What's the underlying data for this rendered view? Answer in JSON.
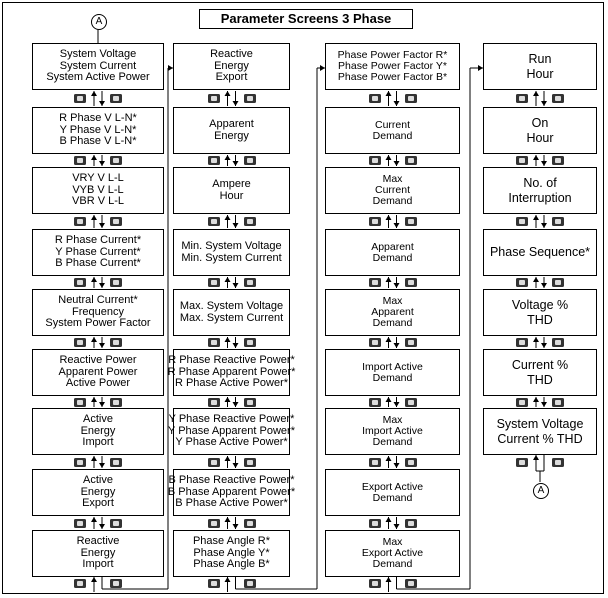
{
  "title": "Parameter Screens 3 Phase",
  "connector_label": "A",
  "columns": [
    {
      "id": "c1",
      "screens": [
        [
          "System Voltage",
          "System Current",
          "System Active Power"
        ],
        [
          "R Phase V L-N*",
          "Y Phase V L-N*",
          "B Phase V L-N*"
        ],
        [
          "VRY  V L-L",
          "VYB  V L-L",
          "VBR  V L-L"
        ],
        [
          "R Phase Current*",
          "Y Phase Current*",
          "B Phase Current*"
        ],
        [
          "Neutral Current*",
          "Frequency",
          "System Power Factor"
        ],
        [
          "Reactive Power",
          "Apparent Power",
          "Active Power"
        ],
        [
          "Active",
          "Energy",
          "Import"
        ],
        [
          "Active",
          "Energy",
          "Export"
        ],
        [
          "Reactive",
          "Energy",
          "Import"
        ]
      ]
    },
    {
      "id": "c2",
      "screens": [
        [
          "Reactive",
          "Energy",
          "Export"
        ],
        [
          "Apparent",
          "Energy"
        ],
        [
          "Ampere",
          "Hour"
        ],
        [
          "Min. System Voltage",
          "Min. System Current"
        ],
        [
          "Max. System Voltage",
          "Max. System Current"
        ],
        [
          "R Phase Reactive Power*",
          "R Phase Apparent Power*",
          "R Phase Active Power*"
        ],
        [
          "Y Phase Reactive Power*",
          "Y Phase Apparent Power*",
          "Y Phase Active Power*"
        ],
        [
          "B Phase Reactive Power*",
          "B Phase Apparent Power*",
          "B Phase Active Power*"
        ],
        [
          "Phase Angle R*",
          "Phase Angle Y*",
          "Phase Angle B*"
        ]
      ]
    },
    {
      "id": "c3",
      "screens": [
        [
          "Phase Power Factor R*",
          "Phase Power Factor Y*",
          "Phase Power Factor B*"
        ],
        [
          "Current",
          "Demand"
        ],
        [
          "Max",
          "Current",
          "Demand"
        ],
        [
          "Apparent",
          "Demand"
        ],
        [
          "Max",
          "Apparent",
          "Demand"
        ],
        [
          "Import Active",
          "Demand"
        ],
        [
          "Max",
          "Import Active",
          "Demand"
        ],
        [
          "Export Active",
          "Demand"
        ],
        [
          "Max",
          "Export Active",
          "Demand"
        ]
      ]
    },
    {
      "id": "c4",
      "screens": [
        [
          "Run",
          "Hour"
        ],
        [
          "On",
          "Hour"
        ],
        [
          "No. of",
          "Interruption"
        ],
        [
          "Phase Sequence*"
        ],
        [
          "Voltage %",
          "THD"
        ],
        [
          "Current %",
          "THD"
        ],
        [
          "System Voltage",
          "Current % THD"
        ]
      ]
    }
  ],
  "icons": {
    "up_key": "key-up-icon",
    "down_key": "key-down-icon",
    "connector": "connector-a-icon"
  }
}
